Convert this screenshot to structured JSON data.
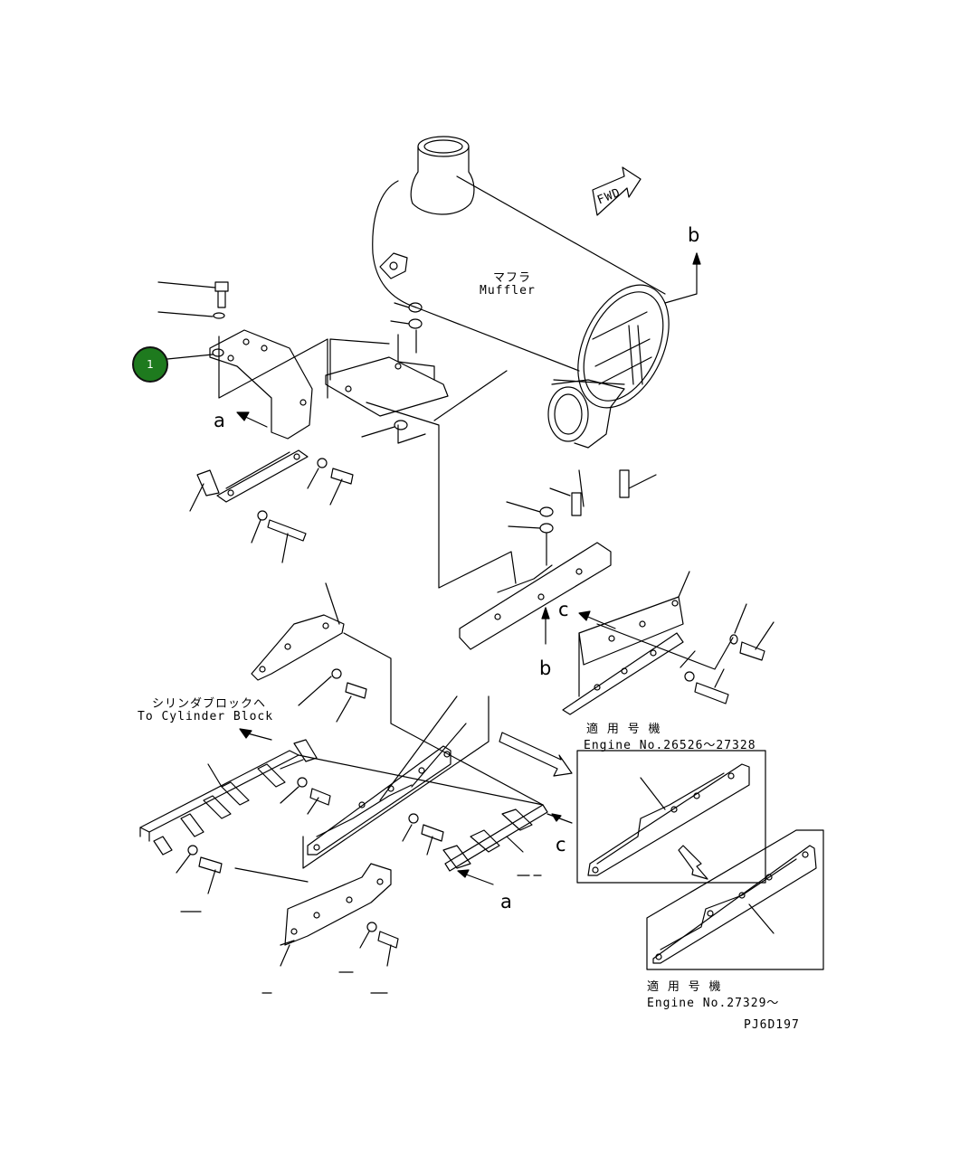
{
  "labels": {
    "muffler_jp": "マフラ",
    "muffler_en": "Muffler",
    "fwd": "FWD",
    "to_cyl_jp": "シリンダブロックヘ",
    "to_cyl_en": "To Cylinder Block",
    "applic_jp_1": "適 用 号 機",
    "engine_range_1": "Engine No.26526～27328",
    "applic_jp_2": "適 用 号 機",
    "engine_range_2": "Engine No.27329～",
    "drawing_code": "PJ6D197"
  },
  "view_letters": {
    "a_top": "a",
    "a_bottom": "a",
    "b_top": "b",
    "b_mid": "b",
    "c_mid": "c",
    "c_bottom": "c"
  },
  "callouts": [
    {
      "number": "1",
      "color": "#1e7a1e"
    }
  ]
}
